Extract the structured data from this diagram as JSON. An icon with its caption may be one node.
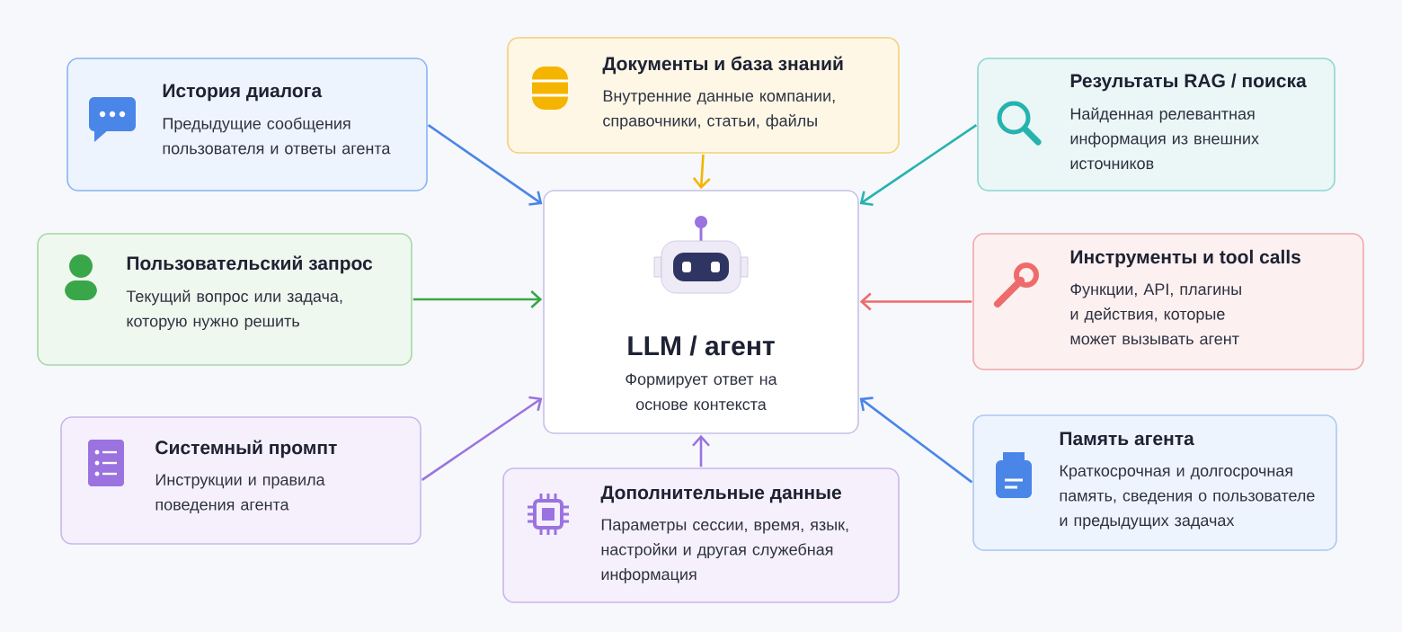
{
  "diagram": {
    "nodes": [
      {
        "text": [
          "История диалога",
          "Предыдущие сообщения пользователя и ответы агента"
        ]
      },
      {
        "text": [
          "Документы и база знаний",
          "Внутренние данные компании, справочники, статьи, файлы"
        ]
      },
      {
        "text": [
          "Результаты RAG / поиска",
          "Найденная релевантная информация из внешних источников"
        ]
      },
      {
        "text": [
          "Пользовательский запрос",
          "Текущий вопрос или задача, которую нужно решить"
        ]
      },
      {
        "text": [
          "LLM / агент",
          "Формирует ответ на основе контекста"
        ]
      },
      {
        "text": [
          "Инструменты и tool calls",
          "Функции, API, плагины и действия, которые может вызывать агент"
        ]
      },
      {
        "text": [
          "Системный промпт",
          "Инструкции и правила поведения агента"
        ]
      },
      {
        "text": [
          "Дополнительные данные",
          "Параметры сессии, время, язык, настройки и другая служебная информация"
        ]
      },
      {
        "text": [
          "Память агента",
          "Краткосрочная и долгосрочная память, сведения о пользователе и предыдущих задачах"
        ]
      }
    ],
    "edges": [
      {
        "from": 0,
        "to": 4,
        "arrow": "to",
        "color": "#4a86e8"
      },
      {
        "from": 1,
        "to": 4,
        "arrow": "to",
        "color": "#f5b400"
      },
      {
        "from": 2,
        "to": 4,
        "arrow": "to",
        "color": "#26b3b0"
      },
      {
        "from": 3,
        "to": 4,
        "arrow": "to",
        "color": "#3aa64a"
      },
      {
        "from": 5,
        "to": 4,
        "arrow": "to",
        "color": "#ef6b6b"
      },
      {
        "from": 6,
        "to": 4,
        "arrow": "to",
        "color": "#9a73e0"
      },
      {
        "from": 7,
        "to": 4,
        "arrow": "to",
        "color": "#9a73e0"
      },
      {
        "from": 8,
        "to": 4,
        "arrow": "to",
        "color": "#4a86e8"
      }
    ]
  }
}
